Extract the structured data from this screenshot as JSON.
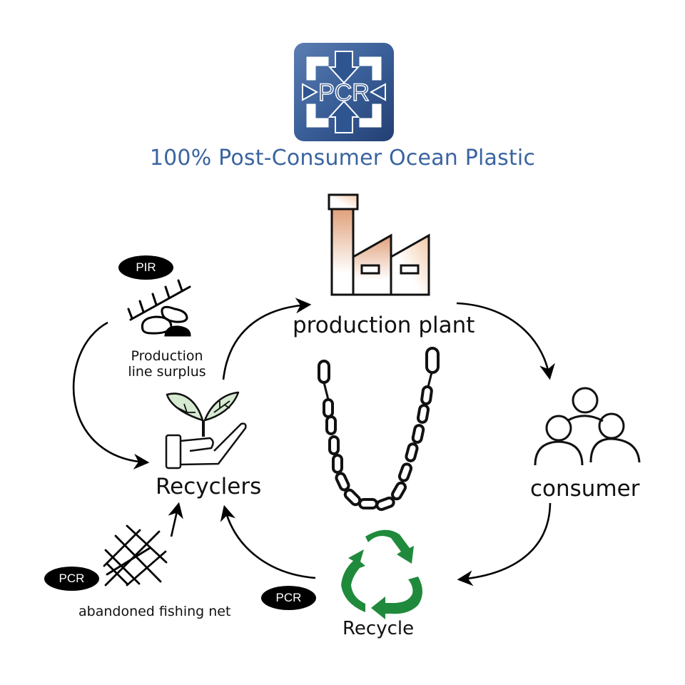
{
  "logo": {
    "text": "PCR",
    "colors": {
      "primary": "#2f5591",
      "light": "#5b7db2",
      "arrow_fill": "#ffffff"
    }
  },
  "title": "100% Post-Consumer Ocean Plastic",
  "colors": {
    "title": "#3a64a0",
    "recycle_green": "#1f8a3b",
    "leaf_fill": "#d6ead2",
    "factory_fill": "#e6b08c",
    "ink": "#111111"
  },
  "nodes": {
    "production_plant": {
      "label": "production plant",
      "icon": "factory-icon"
    },
    "consumer": {
      "label": "consumer",
      "icon": "people-group-icon"
    },
    "recycle": {
      "label": "Recycle",
      "icon": "recycle-icon"
    },
    "recyclers": {
      "label": "Recyclers",
      "icon": "hand-with-plant-icon"
    },
    "production_line_surplus": {
      "label_line1": "Production",
      "label_line2": "line surplus",
      "icon": "surplus-pellets-icon",
      "badge": "PIR"
    },
    "abandoned_fishing_net": {
      "label": "abandoned fishing net",
      "icon": "fishing-net-icon",
      "badge": "PCR"
    },
    "recycle_to_recyclers_badge": "PCR"
  },
  "center_image": "chain-icon",
  "flows": [
    {
      "from": "recyclers",
      "to": "production_plant"
    },
    {
      "from": "production_plant",
      "to": "consumer"
    },
    {
      "from": "consumer",
      "to": "recycle"
    },
    {
      "from": "recycle",
      "to": "recyclers"
    },
    {
      "from": "production_line_surplus",
      "to": "recyclers"
    },
    {
      "from": "abandoned_fishing_net",
      "to": "recyclers"
    }
  ]
}
